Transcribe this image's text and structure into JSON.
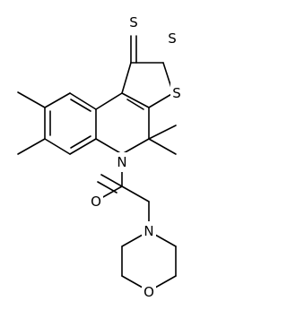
{
  "atom_labels": {
    "thione_s": "S",
    "ring_s1": "S",
    "ring_s2": "S",
    "ring_n": "N",
    "carbonyl_o": "O",
    "morpholine_n": "N",
    "morpholine_o": "O"
  },
  "colors": {
    "bond": "#000000",
    "background": "#ffffff"
  }
}
